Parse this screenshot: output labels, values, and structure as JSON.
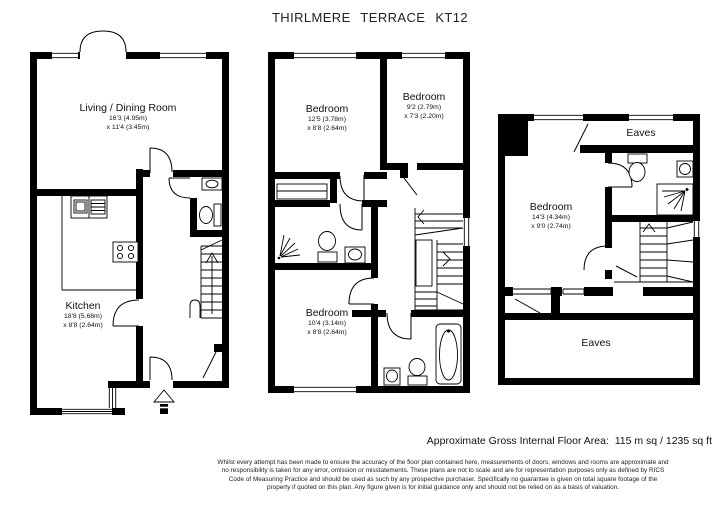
{
  "title": "THIRLMERE TERRACE KT12",
  "floors": {
    "ground": {
      "living_dining": {
        "name": "Living / Dining Room",
        "dim1": "16'3 (4.95m)",
        "dim2": "x 11'4 (3.45m)"
      },
      "kitchen": {
        "name": "Kitchen",
        "dim1": "18'8 (5.68m)",
        "dim2": "x 8'8 (2.64m)"
      }
    },
    "first": {
      "bedroom_front": {
        "name": "Bedroom",
        "dim1": "12'5 (3.78m)",
        "dim2": "x 8'8 (2.64m)"
      },
      "bedroom_rear": {
        "name": "Bedroom",
        "dim1": "9'2 (2.79m)",
        "dim2": "x 7'3 (2.20m)"
      },
      "bedroom_third": {
        "name": "Bedroom",
        "dim1": "10'4 (3.14m)",
        "dim2": "x 8'8 (2.64m)"
      }
    },
    "second": {
      "bedroom": {
        "name": "Bedroom",
        "dim1": "14'3 (4.34m)",
        "dim2": "x 9'0 (2.74m)"
      },
      "eaves_top": "Eaves",
      "eaves_bottom": "Eaves"
    }
  },
  "footer": {
    "area_line": "Approximate Gross Internal Floor Area:  115 m sq / 1235 sq ft",
    "disclaimer_lines": [
      "Whilst every attempt has been made to ensure the accuracy of the floor plan contained here, measurements of doors, windows and rooms are approximate and",
      "no responsibility is taken for any error, omission or misstatements. These plans are not to scale and are for representation purposes only as defined by RICS",
      "Code of Measuring Practice and should be used as such by any prospective purchaser. Specifically no guarantee is given on total square footage of the",
      "property if quoted on this plan. Any figure given is for initial guidance only and should not be relied on as a basis of valuation."
    ]
  },
  "colors": {
    "wall": "#000000",
    "text": "#111111",
    "background": "#ffffff"
  }
}
